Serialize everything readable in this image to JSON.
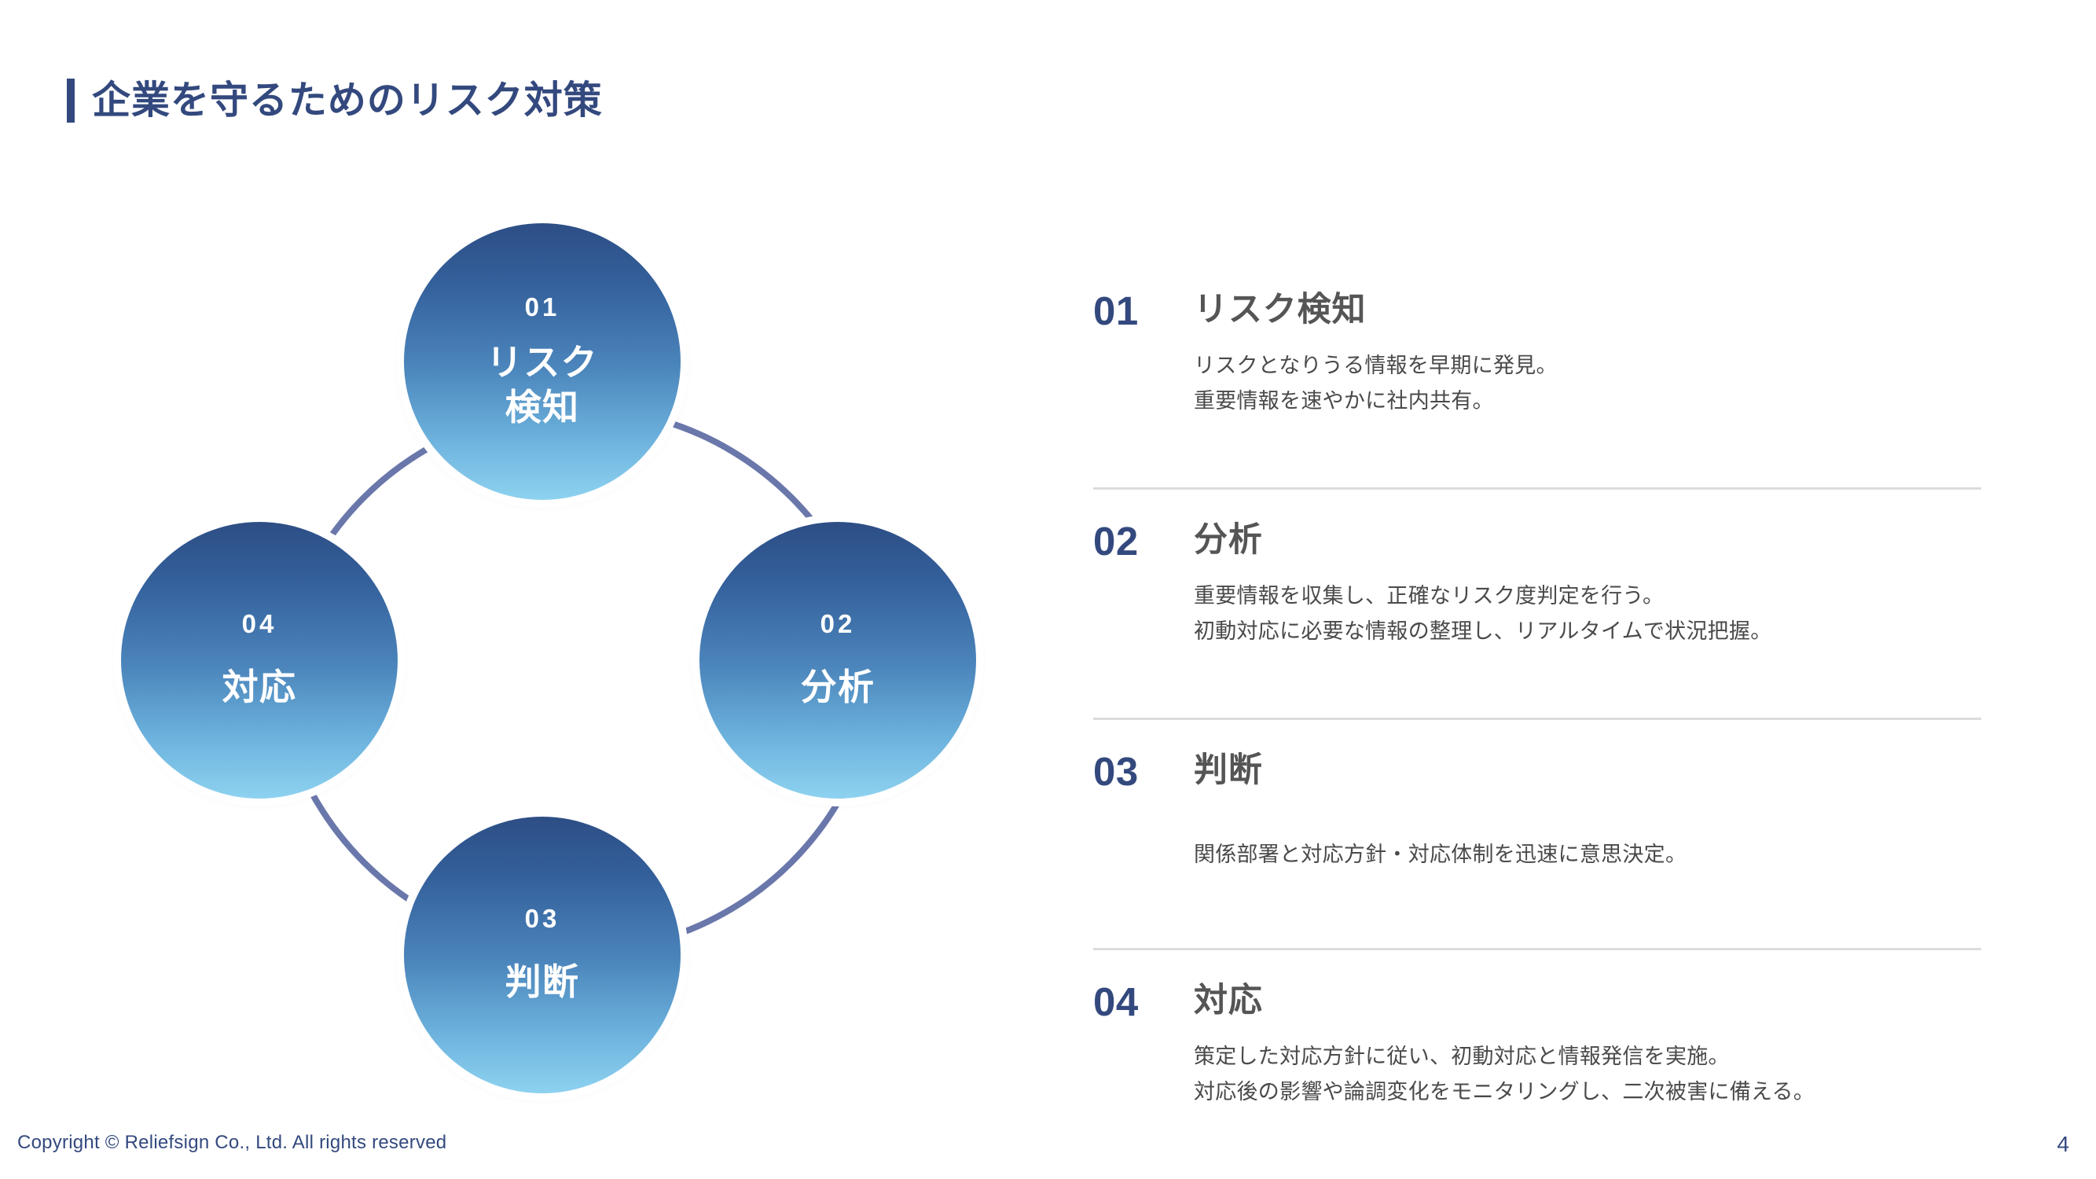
{
  "slide": {
    "title": "企業を守るためのリスク対策",
    "accent_color": "#33497e",
    "arc_color": "#6a77ab",
    "divider_color": "#dcdcdc",
    "heading_color": "#555555",
    "circle_gradient_from": "#2d4e85",
    "circle_gradient_to": "#8ed2f0"
  },
  "diagram": {
    "nodes": [
      {
        "number": "01",
        "label_line1": "リスク",
        "label_line2": "検知"
      },
      {
        "number": "02",
        "label_line1": "分析",
        "label_line2": ""
      },
      {
        "number": "03",
        "label_line1": "判断",
        "label_line2": ""
      },
      {
        "number": "04",
        "label_line1": "対応",
        "label_line2": ""
      }
    ]
  },
  "details": [
    {
      "number": "01",
      "heading": "リスク検知",
      "lines": [
        "リスクとなりうる情報を早期に発見。",
        "重要情報を速やかに社内共有。"
      ]
    },
    {
      "number": "02",
      "heading": "分析",
      "lines": [
        "重要情報を収集し、正確なリスク度判定を行う。",
        "初動対応に必要な情報の整理し、リアルタイムで状況把握。"
      ]
    },
    {
      "number": "03",
      "heading": "判断",
      "lines": [
        "関係部署と対応方針・対応体制を迅速に意思決定。"
      ]
    },
    {
      "number": "04",
      "heading": "対応",
      "lines": [
        "策定した対応方針に従い、初動対応と情報発信を実施。",
        "対応後の影響や論調変化をモニタリングし、二次被害に備える。"
      ]
    }
  ],
  "footer": {
    "copyright": "Copyright © Reliefsign Co., Ltd.  All rights reserved",
    "page_number": "4"
  }
}
